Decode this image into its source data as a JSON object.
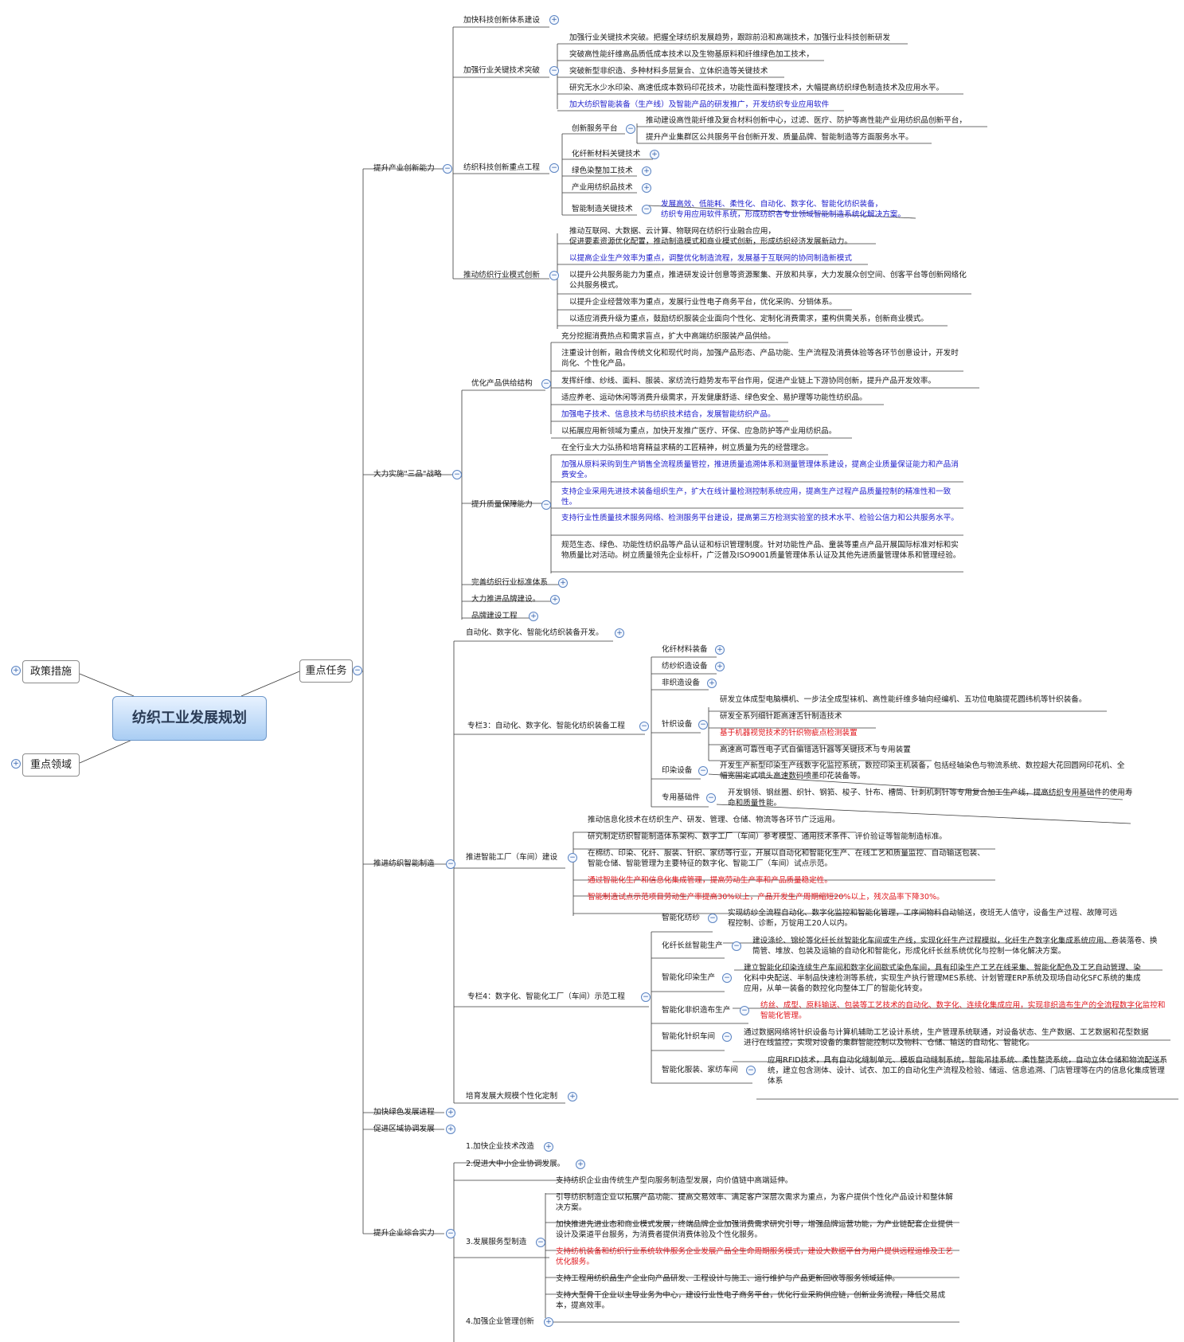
{
  "root": {
    "label": "纺织工业发展规划"
  },
  "left": {
    "policy": "政策措施",
    "areas": "重点领域"
  },
  "tasks": {
    "label": "重点任务"
  },
  "innovation": {
    "label": "提升产业创新能力",
    "system": "加快科技创新体系建设",
    "breakthrough": {
      "label": "加强行业关键技术突破",
      "items": [
        "加强行业关键技术突破。把握全球纺织发展趋势，跟踪前沿和高端技术，加强行业科技创新研发",
        "突破高性能纤维高品质低成本技术以及生物基原料和纤维绿色加工技术，",
        "突破新型非织造、多种材料多层复合、立体织造等关键技术",
        "研究无水少水印染、高速低成本数码印花技术，功能性面料整理技术，大幅提高纺织绿色制造技术及应用水平。",
        "加大纺织智能装备（生产线）及智能产品的研发推广，开发纺织专业应用软件"
      ]
    },
    "project": {
      "label": "纺织科技创新重点工程",
      "platform": "创新服务平台",
      "platform_items": [
        "推动建设高性能纤维及复合材料创新中心，过滤、医疗、防护等高性能产业用纺织品创新平台，",
        "提升产业集群区公共服务平台创新开发、质量品牌、智能制造等方面服务水平。"
      ],
      "fiber": "化纤新材料关键技术",
      "dyeing": "绿色染整加工技术",
      "industrial": "产业用纺织品技术",
      "smart": "智能制造关键技术",
      "smart_text": "发展高效、低能耗、柔性化、自动化、数字化、智能化纺织装备，\n纺织专用应用软件系统，形成纺织各专业领域智能制造系统化解决方案。"
    },
    "model": {
      "label": "推动纺织行业模式创新",
      "items": [
        "推动互联网、大数据、云计算、物联网在纺织行业融合应用，\n促进要素资源优化配置，推动制造模式和商业模式创新，形成纺织经济发展新动力。",
        "以提高企业生产效率为重点，调整优化制造流程，发展基于互联网的协同制造新模式",
        "以提升公共服务能力为重点，推进研发设计创意等资源聚集、开放和共享，大力发展众创空间、创客平台等创新网络化公共服务模式。",
        "以提升企业经营效率为重点，发展行业性电子商务平台，优化采购、分销体系。",
        "以适应消费升级为重点，鼓励纺织服装企业面向个性化、定制化消费需求，重构供需关系，创新商业模式。"
      ]
    }
  },
  "three": {
    "label": "大力实施\"三品\"战略",
    "supply": {
      "label": "优化产品供给结构",
      "items": [
        "充分挖掘消费热点和需求盲点，扩大中高端纺织服装产品供给。",
        "注重设计创新，融合传统文化和现代时尚，加强产品形态、产品功能、生产流程及消费体验等各环节创意设计，开发时尚化、个性化产品。",
        "发挥纤维、纱线、面料、服装、家纺流行趋势发布平台作用，促进产业链上下游协同创新，提升产品开发效率。",
        "适应养老、运动休闲等消费升级需求，开发健康舒适、绿色安全、易护理等功能性纺织品。",
        "加强电子技术、信息技术与纺织技术结合，发展智能纺织产品。",
        "以拓展应用新领域为重点，加快开发推广医疗、环保、应急防护等产业用纺织品。"
      ]
    },
    "quality": {
      "label": "提升质量保障能力",
      "items": [
        "在全行业大力弘扬和培育精益求精的工匠精神，树立质量为先的经营理念。",
        "加强从原料采购到生产销售全流程质量管控，推进质量追溯体系和测量管理体系建设，提高企业质量保证能力和产品消费安全。",
        "支持企业采用先进技术装备组织生产，扩大在线计量检测控制系统应用，提高生产过程产品质量控制的精准性和一致性。",
        "支持行业性质量技术服务网络、检测服务平台建设，提高第三方检测实验室的技术水平、检验公信力和公共服务水平。",
        "规范生态、绿色、功能性纺织品等产品认证和标识管理制度。针对功能性产品、童装等重点产品开展国际标准对标和实物质量比对活动。树立质量领先企业标杆，广泛普及ISO9001质量管理体系认证及其他先进质量管理体系和管理经验。"
      ]
    },
    "standard": "完善纺织行业标准体系",
    "brand": "大力推进品牌建设。",
    "brand_project": "品牌建设工程"
  },
  "smart_mfg": {
    "label": "推进纺织智能制造",
    "equip_dev": "自动化、数字化、智能化纺织装备开发。",
    "col3": {
      "label": "专栏3：自动化、数字化、智能化纺织装备工程",
      "fiber_eq": "化纤材料装备",
      "spin_eq": "纺纱织造设备",
      "nonwoven_eq": "非织造设备",
      "knit_eq": "针织设备",
      "knit_items": [
        "研发立体成型电脑横机、一步法全成型袜机、高性能纤维多轴向经编机、五功位电脑提花圆纬机等针织装备。",
        "研发全系列细针距高速舌针制造技术",
        "基于机器视觉技术的针织物疵点检测装置",
        "高速高可靠性电子式自偏错选针器等关键技术与专用装置"
      ],
      "dye_eq": "印染设备",
      "dye_text": "开发生产新型印染生产线数字化监控系统，数控印染主机装备，包括经轴染色与物流系统、数控超大花回圆网印花机、全幅宽固定式喷头高速数码喷墨印花装备等。",
      "base": "专用基础件",
      "base_text": "开发钢领、钢丝圈、织针、钢筘、梭子、针布、槽筒、针刺机刺针等专用复合加工生产线，提高纺织专用基础件的使用寿命和质量性能。"
    },
    "factory": {
      "label": "推进智能工厂（车间）建设",
      "items": [
        "推动信息化技术在纺织生产、研发、管理、仓储、物流等各环节广泛运用。",
        "研究制定纺织智能制造体系架构、数字工厂（车间）参考模型、通用技术条件、评价验证等智能制造标准。",
        "在棉纺、印染、化纤、服装、针织、家纺等行业，开展以自动化和智能化生产、在线工艺和质量监控、自动输送包装、智能仓储、智能管理为主要特征的数字化、智能工厂（车间）试点示范。",
        "通过智能化生产和信息化集成管理，提高劳动生产率和产品质量稳定性。",
        "智能制造试点示范项目劳动生产率提高30%以上，产品开发生产周期缩短20%以上，残次品率下降30%。"
      ]
    },
    "col4": {
      "label": "专栏4：数字化、智能化工厂（车间）示范工程",
      "spin": "智能化纺纱",
      "spin_text": "实现纺纱全流程自动化、数字化监控和智能化管理，工序间物料自动输送，夜班无人值守，设备生产过程、故障可远程控制、诊断，万锭用工20人以内。",
      "filament": "化纤长丝智能生产",
      "filament_text": "建设涤纶、锦纶等化纤长丝智能化车间或生产线，实现化纤生产过程模拟，化纤生产数字化集成系统应用、卷装落卷、换筒管、堆放、包装及运输的自动化和智能化，形成化纤长丝系统优化与控制一体化解决方案。",
      "dyeing": "智能化印染生产",
      "dyeing_text": "建立智能化印染连续生产车间和数字化间歇式染色车间，具有印染生产工艺在线采集、智能化配色及工艺自动管理、染化料中央配送、半制品快速检测等系统，实现生产执行管理MES系统、计划管理ERP系统及现场自动化SFC系统的集成应用，从单一装备的数控化向整体工厂的智能化转变。",
      "nonwoven": "智能化非织造布生产",
      "nonwoven_text": "纺丝、成型、原料输送、包装等工艺技术的自动化、数字化、连续化集成应用，实现非织造布生产的全流程数字化监控和智能化管理。",
      "knit": "智能化针织车间",
      "knit_text": "通过数据网络将针织设备与计算机辅助工艺设计系统，生产管理系统联通，对设备状态、生产数据、工艺数据和花型数据进行在线监控，实现对设备的集群智能控制以及物料、仓储、输送的自动化、智能化。",
      "apparel": "智能化服装、家纺车间",
      "apparel_text": "应用RFID技术，具有自动化缝制单元、模板自动缝制系统，智能吊挂系统、柔性整烫系统，自动立体仓储和物流配送系统，建立包含测体、设计、试衣、加工的自动化生产流程及检验、储运、信息追溯、门店管理等在内的信息化集成管理体系"
    },
    "custom": "培育发展大规模个性化定制"
  },
  "green": "加快绿色发展进程",
  "regional": "促进区域协调发展",
  "comp": {
    "label": "提升企业综合实力",
    "reform": "1.加快企业技术改造",
    "sme": "2.促进大中小企业协调发展。",
    "service": {
      "label": "3.发展服务型制造",
      "items": [
        "支持纺织企业由传统生产型向服务制造型发展，向价值链中高端延伸。",
        "引导纺织制造企业以拓展产品功能、提高交易效率、满足客户深层次需求为重点，为客户提供个性化产品设计和整体解决方案。",
        "加快推进先进业态和商业模式发展，终端品牌企业加强消费需求研究引导，增强品牌运营功能，为产业链配套企业提供设计及渠道平台服务，为消费者提供消费体验及个性化服务。",
        "支持纺机装备和纺织行业系统软件服务企业发展产品全生命周期服务模式，建设大数据平台为用户提供远程运维及工艺优化服务。",
        "支持工程用纺织品生产企业向产品研发、工程设计与施工、运行维护与产品更新回收等服务领域延伸。",
        "支持大型骨干企业以主导业务为中心，建设行业性电子商务平台，优化行业采购供应链，创新业务流程，降低交易成本，提高效率。"
      ]
    },
    "mgmt": "4.加强企业管理创新"
  },
  "colors": {
    "line": "#333333",
    "blue": "#1d1dcc",
    "red": "#e0161c",
    "root_fill": "#a9cdf3"
  }
}
